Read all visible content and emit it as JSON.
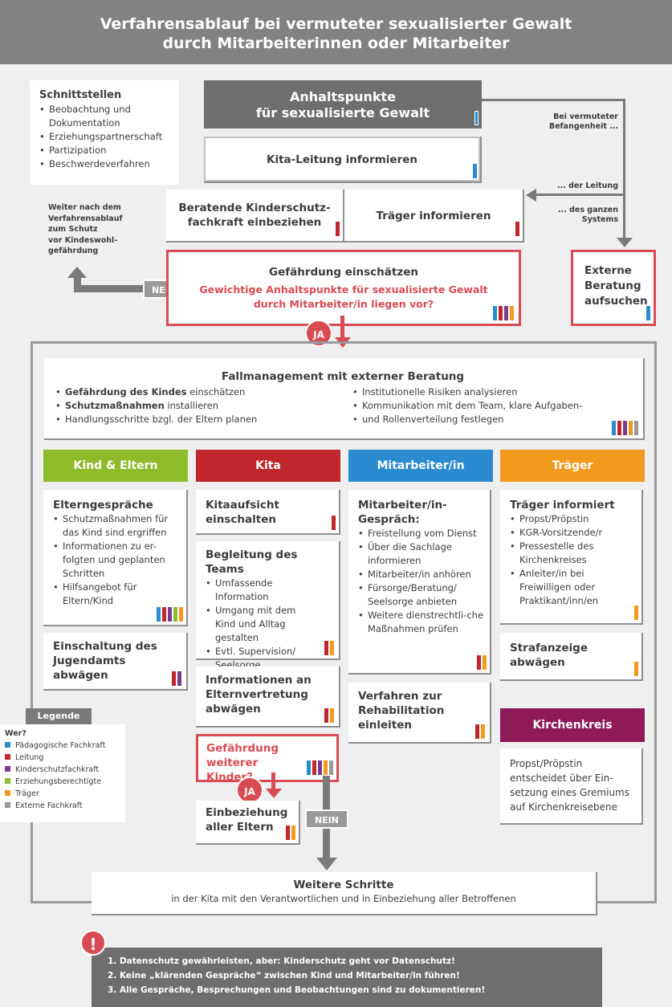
{
  "title": {
    "line1": "Verfahrensablauf bei vermuteter sexualisierter Gewalt",
    "line2": "durch Mitarbeiterinnen oder Mitarbeiter"
  },
  "colors": {
    "blue": "#2a8bd0",
    "red": "#c0272d",
    "purple": "#7b3c8e",
    "green": "#8dbb2a",
    "orange": "#f29a1e",
    "grey": "#9a9a9a",
    "darkred": "#8e1b58"
  },
  "schnittstellen": {
    "title": "Schnittstellen",
    "items": [
      "Beobachtung und Dokumentation",
      "Erziehungspartnerschaft",
      "Partizipation",
      "Beschwerdeverfahren"
    ]
  },
  "anhaltspunkte": {
    "line1": "Anhaltspunkte",
    "line2": "für sexualisierte Gewalt"
  },
  "befangenheit": {
    "l1": "Bei vermuteter",
    "l2": "Befangenheit ...",
    "leitung": "... der Leitung",
    "system1": "... des ganzen",
    "system2": "Systems"
  },
  "kitaleitung": "Kita-Leitung informieren",
  "beratende": {
    "l1": "Beratende Kinderschutz-",
    "l2": "fachkraft einbeziehen"
  },
  "traeger_inf": "Träger informieren",
  "weiter": {
    "l1": "Weiter nach dem",
    "l2": "Verfahrensablauf",
    "l3": "zum Schutz",
    "l4": "vor Kindeswohl-",
    "l5": "gefährdung"
  },
  "gefaehrdung": {
    "title": "Gefährdung einschätzen",
    "q1": "Gewichtige Anhaltspunkte für sexualisierte Gewalt",
    "q2": "durch Mitarbeiter/in liegen vor?"
  },
  "nein": "NEIN",
  "ja": "JA",
  "extern": {
    "l1": "Externe",
    "l2": "Beratung",
    "l3": "aufsuchen"
  },
  "fall": {
    "title": "Fallmanagement mit externer Beratung",
    "left": [
      {
        "b": "Gefährdung des Kindes",
        "r": " einschätzen"
      },
      {
        "b": "Schutzmaßnahmen",
        "r": " installieren"
      },
      {
        "b": "",
        "r": "Handlungsschritte bzgl. der Eltern planen"
      }
    ],
    "right": [
      "Institutionelle Risiken analysieren",
      "Kommunikation mit dem Team, klare Aufgaben-",
      "und Rollenverteilung festlegen"
    ]
  },
  "cols": {
    "kind": "Kind & Eltern",
    "kita": "Kita",
    "mitarbeiter": "Mitarbeiter/in",
    "traeger": "Träger"
  },
  "eltern": {
    "title": "Elterngespräche",
    "items": [
      "Schutzmaßnahmen für das Kind sind ergriffen",
      "Informationen zu er-folgten und geplanten Schritten",
      "Hilfsangebot für Eltern/Kind"
    ]
  },
  "jugendamt": {
    "l1": "Einschaltung des",
    "l2": "Jugendamts",
    "l3": "abwägen"
  },
  "kitaaufsicht": {
    "l1": "Kitaaufsicht",
    "l2": "einschalten"
  },
  "begleitung": {
    "title": "Begleitung des Teams",
    "items": [
      "Umfassende Information",
      "Umgang mit dem Kind und Alltag gestalten",
      "Evtl. Supervision/ Seelsorge"
    ]
  },
  "elternvertretung": {
    "l1": "Informationen an",
    "l2": "Elternvertretung",
    "l3": "abwägen"
  },
  "weitere_kinder": {
    "l1": "Gefährdung weiterer",
    "l2": "Kinder?"
  },
  "einbeziehung": {
    "l1": "Einbeziehung",
    "l2": "aller Eltern"
  },
  "ma_gespraech": {
    "title1": "Mitarbeiter/in-",
    "title2": "Gespräch:",
    "items": [
      "Freistellung vom Dienst",
      "Über die Sachlage informieren",
      "Mitarbeiter/in anhören",
      "Fürsorge/Beratung/ Seelsorge anbieten",
      "Weitere dienstrechtli-che Maßnahmen prüfen"
    ]
  },
  "rehab": {
    "l1": "Verfahren zur",
    "l2": "Rehabilitation",
    "l3": "einleiten"
  },
  "traeger_box": {
    "title": "Träger informiert",
    "items": [
      "Propst/Pröpstin",
      "KGR-Vorsitzende/r",
      "Pressestelle des Kirchenkreises",
      "Anleiter/in bei Freiwilligen oder Praktikant/inn/en"
    ]
  },
  "strafanzeige": "Strafanzeige abwägen",
  "kirchenkreis": {
    "header": "Kirchenkreis",
    "text": [
      "Propst/Pröpstin",
      "entscheidet über Ein-",
      "setzung eines Gremiums",
      "auf Kirchenkreisebene"
    ]
  },
  "legende": {
    "title": "Legende",
    "wer": "Wer?",
    "items": [
      "Pädagogische Fachkraft",
      "Leitung",
      "Kinderschutzfachkraft",
      "Erziehungsberechtigte",
      "Träger",
      "Externe Fachkraft"
    ]
  },
  "weitere": {
    "title": "Weitere Schritte",
    "sub": "in der Kita mit den Verantwortlichen und in Einbeziehung aller Betroffenen"
  },
  "notes": [
    "1. Datenschutz gewährleisten, aber: Kinderschutz geht vor Datenschutz!",
    "2. Keine „klärenden Gespräche“ zwischen Kind und Mitarbeiter/in führen!",
    "3. Alle Gespräche, Besprechungen und Beobachtungen sind zu dokumentieren!"
  ]
}
